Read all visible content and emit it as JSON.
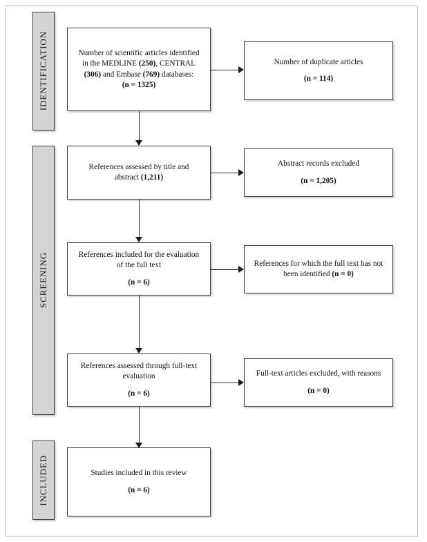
{
  "diagram": {
    "type": "prisma-flow-diagram",
    "phases": [
      {
        "id": "identification",
        "label": "IDENTIFICATION"
      },
      {
        "id": "screening",
        "label": "SCREENING"
      },
      {
        "id": "included",
        "label": "INCLUDED"
      }
    ],
    "boxes": {
      "identified": {
        "line1": "Number of scientific articles identified",
        "line2_pre": "in the MEDLINE ",
        "line2_b1": "(250)",
        "line2_mid": ", CENTRAL",
        "line3_b1": "(306)",
        "line3_mid": " and Embase ",
        "line3_b2": "(769)",
        "line3_post": " databases:",
        "count": "(n = 1325)"
      },
      "duplicates": {
        "line1": "Number of duplicate articles",
        "count": "(n = 114)"
      },
      "title_abstract": {
        "line1": "References assessed by title and",
        "line2_pre": "abstract ",
        "line2_b1": "(1,211)"
      },
      "abstract_excluded": {
        "line1": "Abstract records excluded",
        "count": "(n = 1,205)"
      },
      "fulltext_eval": {
        "line1": "References included for the evaluation",
        "line2": "of the full text",
        "count": "(n = 6)"
      },
      "fulltext_notfound": {
        "line1": "References for which the full text has not",
        "line2_pre": "been identified ",
        "line2_b1": "(n = 0)"
      },
      "fulltext_assessed": {
        "line1": "References assessed through full-text",
        "line2": "evaluation",
        "count": "(n = 6)"
      },
      "fulltext_excluded": {
        "line1": "Full-text articles excluded, with reasons",
        "count": "(n = 0)"
      },
      "included_studies": {
        "line1": "Studies included in this review",
        "count": "(n = 6)"
      }
    },
    "colors": {
      "phase_bar_fill": "#d4d4d4",
      "box_fill": "#ffffff",
      "border": "#3b3b3b",
      "connector": "#2b2b2b",
      "frame": "#b9b9b9"
    }
  }
}
